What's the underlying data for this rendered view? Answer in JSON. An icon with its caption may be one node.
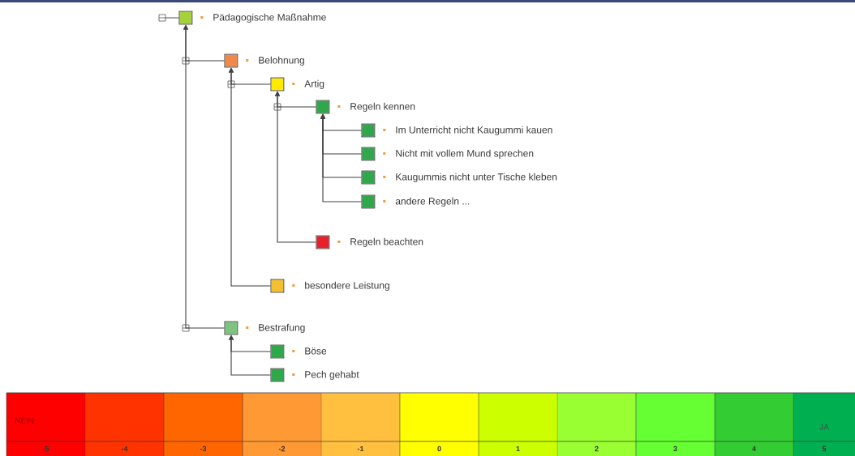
{
  "diagram": {
    "nodes": [
      {
        "text": [
          "Pädagogische Maßnahme"
        ]
      },
      {
        "text": [
          "Belohnung"
        ]
      },
      {
        "text": [
          "Artig"
        ]
      },
      {
        "text": [
          "Regeln kennen"
        ]
      },
      {
        "text": [
          "Im Unterricht nicht Kaugummi kauen"
        ]
      },
      {
        "text": [
          "Nicht mit vollem Mund sprechen"
        ]
      },
      {
        "text": [
          "Kaugummis nicht unter Tische kleben"
        ]
      },
      {
        "text": [
          "andere Regeln ..."
        ]
      },
      {
        "text": [
          "Regeln beachten"
        ]
      },
      {
        "text": [
          "besondere Leistung"
        ]
      },
      {
        "text": [
          "Bestrafung"
        ]
      },
      {
        "text": [
          "Böse"
        ]
      },
      {
        "text": [
          "Pech gehabt"
        ]
      }
    ],
    "edges": [
      {
        "from": 1,
        "to": 0,
        "arrow": "to"
      },
      {
        "from": 10,
        "to": 0,
        "arrow": "to"
      },
      {
        "from": 2,
        "to": 1,
        "arrow": "to"
      },
      {
        "from": 9,
        "to": 1,
        "arrow": "to"
      },
      {
        "from": 3,
        "to": 2,
        "arrow": "to"
      },
      {
        "from": 8,
        "to": 2,
        "arrow": "to"
      },
      {
        "from": 4,
        "to": 3,
        "arrow": "to"
      },
      {
        "from": 5,
        "to": 3,
        "arrow": "to"
      },
      {
        "from": 6,
        "to": 3,
        "arrow": "to"
      },
      {
        "from": 7,
        "to": 3,
        "arrow": "to"
      },
      {
        "from": 11,
        "to": 10,
        "arrow": "to"
      },
      {
        "from": 12,
        "to": 10,
        "arrow": "to"
      }
    ],
    "labels": [
      "NEIN",
      "JA"
    ],
    "legend": [
      {
        "text": "-5",
        "color": "#ff0000"
      },
      {
        "text": "-4",
        "color": "#ff3300"
      },
      {
        "text": "-3",
        "color": "#ff6600"
      },
      {
        "text": "-2",
        "color": "#ff9933"
      },
      {
        "text": "-1",
        "color": "#ffc040"
      },
      {
        "text": "0",
        "color": "#ffff00"
      },
      {
        "text": "1",
        "color": "#ccff00"
      },
      {
        "text": "2",
        "color": "#99ff33"
      },
      {
        "text": "3",
        "color": "#66ff33"
      },
      {
        "text": "4",
        "color": "#33cc33"
      },
      {
        "text": "5",
        "color": "#00b050"
      }
    ]
  }
}
